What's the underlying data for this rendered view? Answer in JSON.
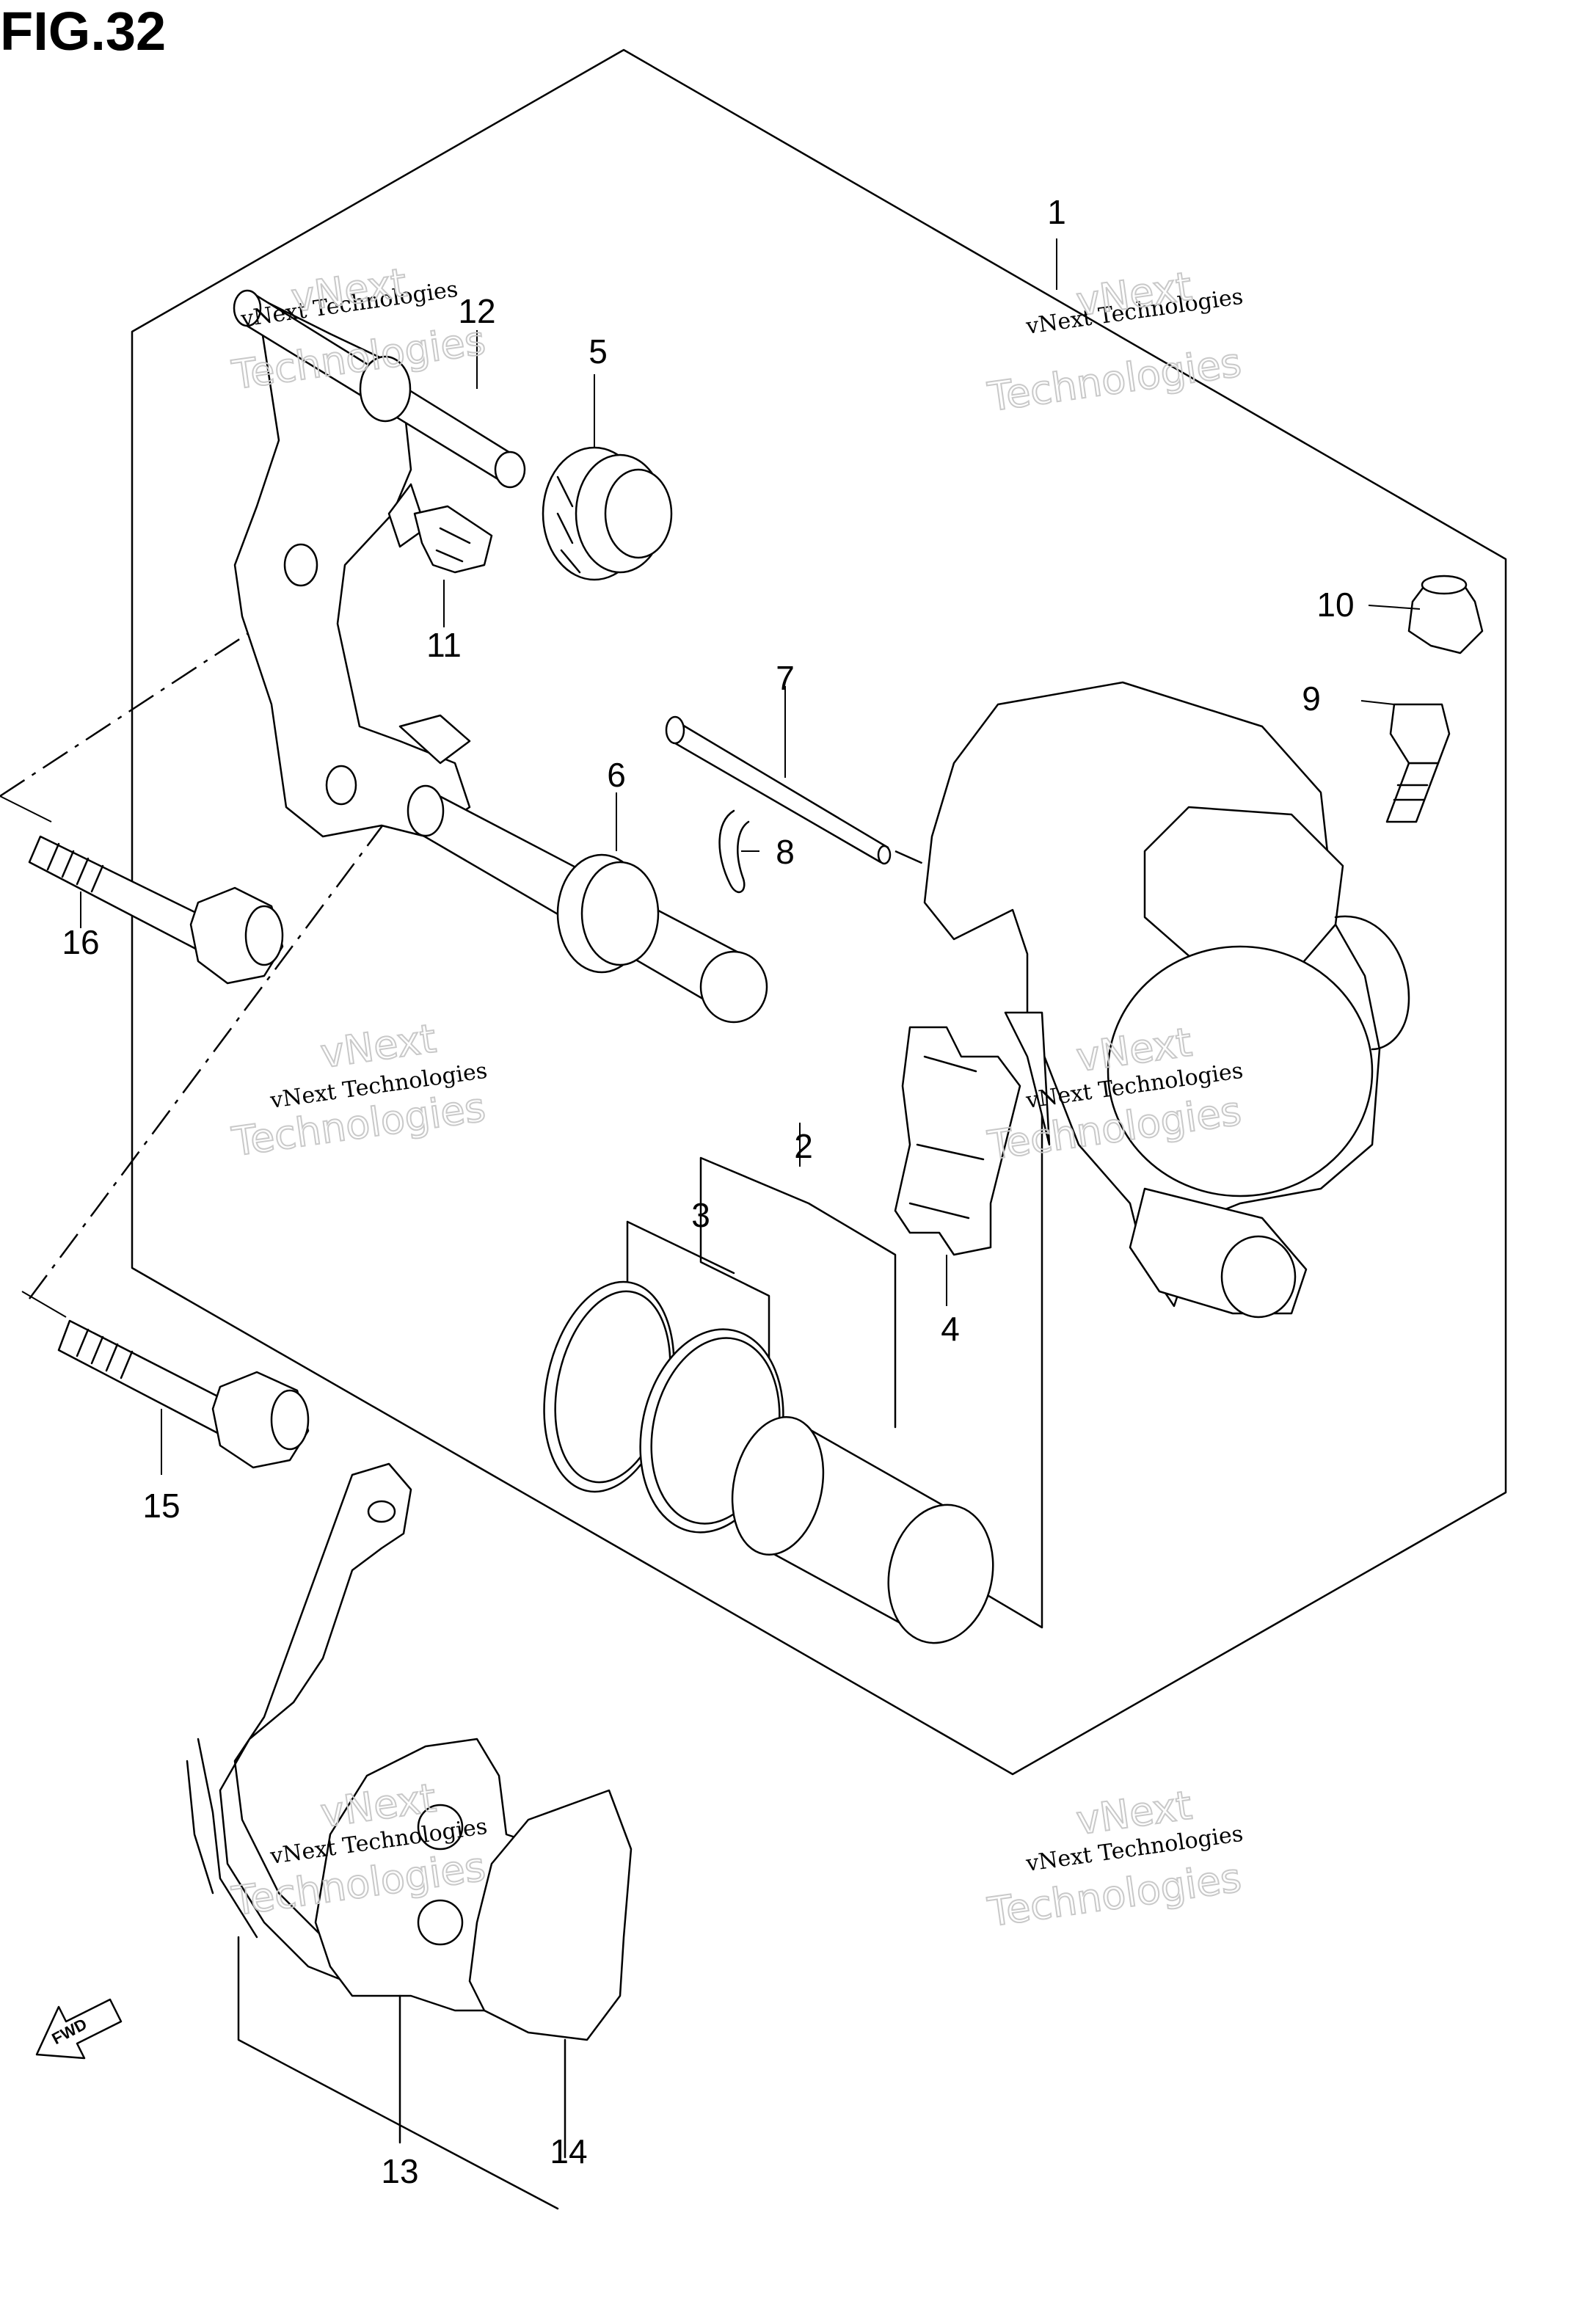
{
  "figure": {
    "title": "FIG.32"
  },
  "callouts": [
    {
      "id": "1",
      "label": "1"
    },
    {
      "id": "2",
      "label": "2"
    },
    {
      "id": "3",
      "label": "3"
    },
    {
      "id": "4",
      "label": "4"
    },
    {
      "id": "5",
      "label": "5"
    },
    {
      "id": "6",
      "label": "6"
    },
    {
      "id": "7",
      "label": "7"
    },
    {
      "id": "8",
      "label": "8"
    },
    {
      "id": "9",
      "label": "9"
    },
    {
      "id": "10",
      "label": "10"
    },
    {
      "id": "11",
      "label": "11"
    },
    {
      "id": "12",
      "label": "12"
    },
    {
      "id": "13",
      "label": "13"
    },
    {
      "id": "14",
      "label": "14"
    },
    {
      "id": "15",
      "label": "15"
    },
    {
      "id": "16",
      "label": "16"
    }
  ],
  "watermark": {
    "line1": "vNext Technologies",
    "line2a": "vNext",
    "line2b": "Technologies"
  },
  "direction_arrow": {
    "label": "FWD"
  }
}
